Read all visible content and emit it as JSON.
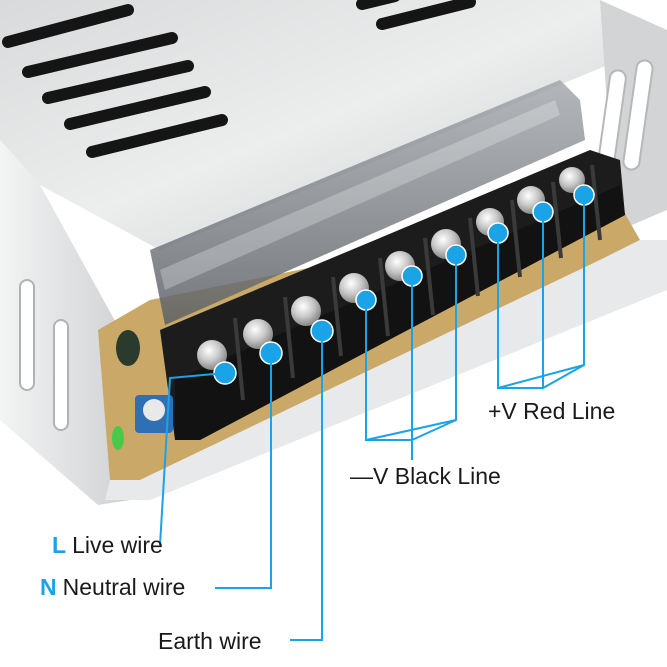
{
  "labels": {
    "live": {
      "prefix": "L",
      "text": "Live wire"
    },
    "neutral": {
      "prefix": "N",
      "text": "Neutral wire"
    },
    "earth": {
      "text": "Earth wire"
    },
    "neg": {
      "text": "V Black Line"
    },
    "pos": {
      "text": "+V Red Line"
    }
  },
  "colors": {
    "callout": "#1aa3e6",
    "terminal_block": "#1c1c1c",
    "chassis": "#e4e6e8"
  }
}
